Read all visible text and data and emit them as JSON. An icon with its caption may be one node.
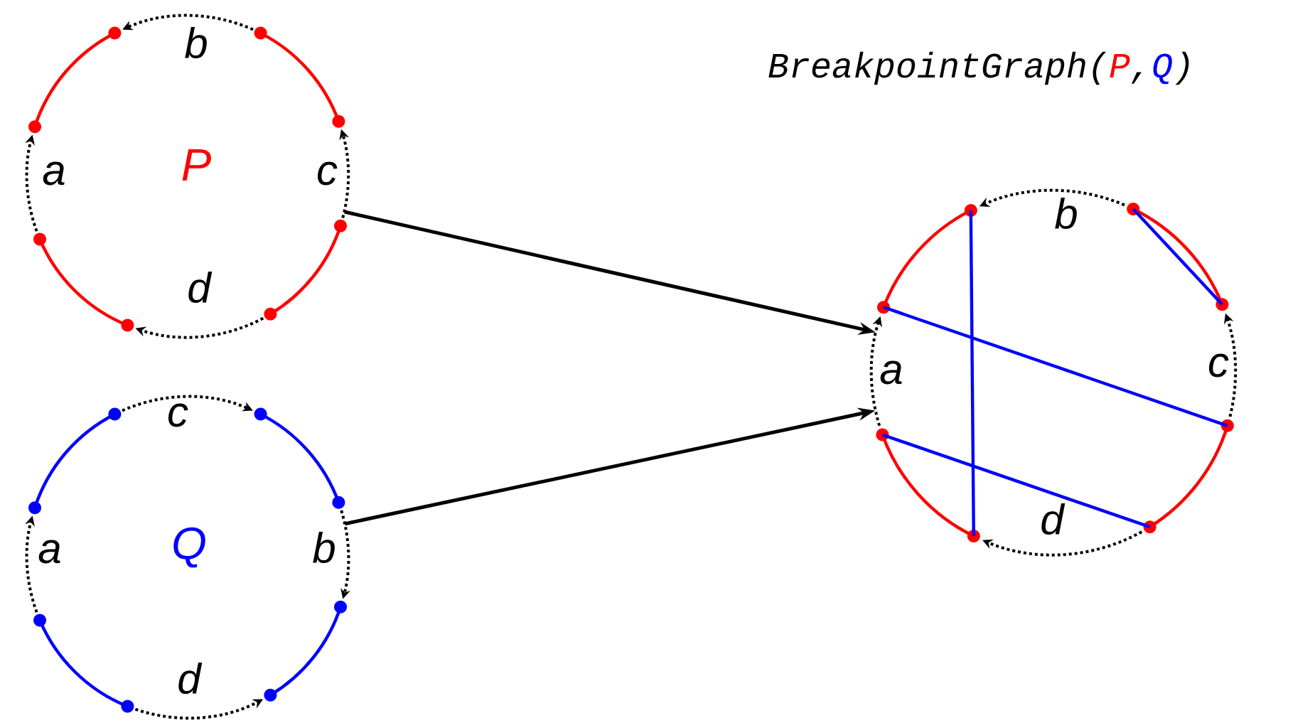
{
  "diagram": {
    "nodes": [
      {
        "text": [
          "b",
          "a",
          "P",
          "c",
          "d"
        ]
      },
      {
        "text": [
          "c",
          "a",
          "Q",
          "b",
          "d"
        ]
      },
      {
        "text": [
          "BreakpointGraph(",
          "P",
          ",",
          "Q",
          ")",
          "b",
          "a",
          "c",
          "d"
        ]
      }
    ],
    "edges": [
      {
        "from": 0,
        "to": 2,
        "arrow": "to"
      },
      {
        "from": 1,
        "to": 2,
        "arrow": "to"
      }
    ]
  }
}
